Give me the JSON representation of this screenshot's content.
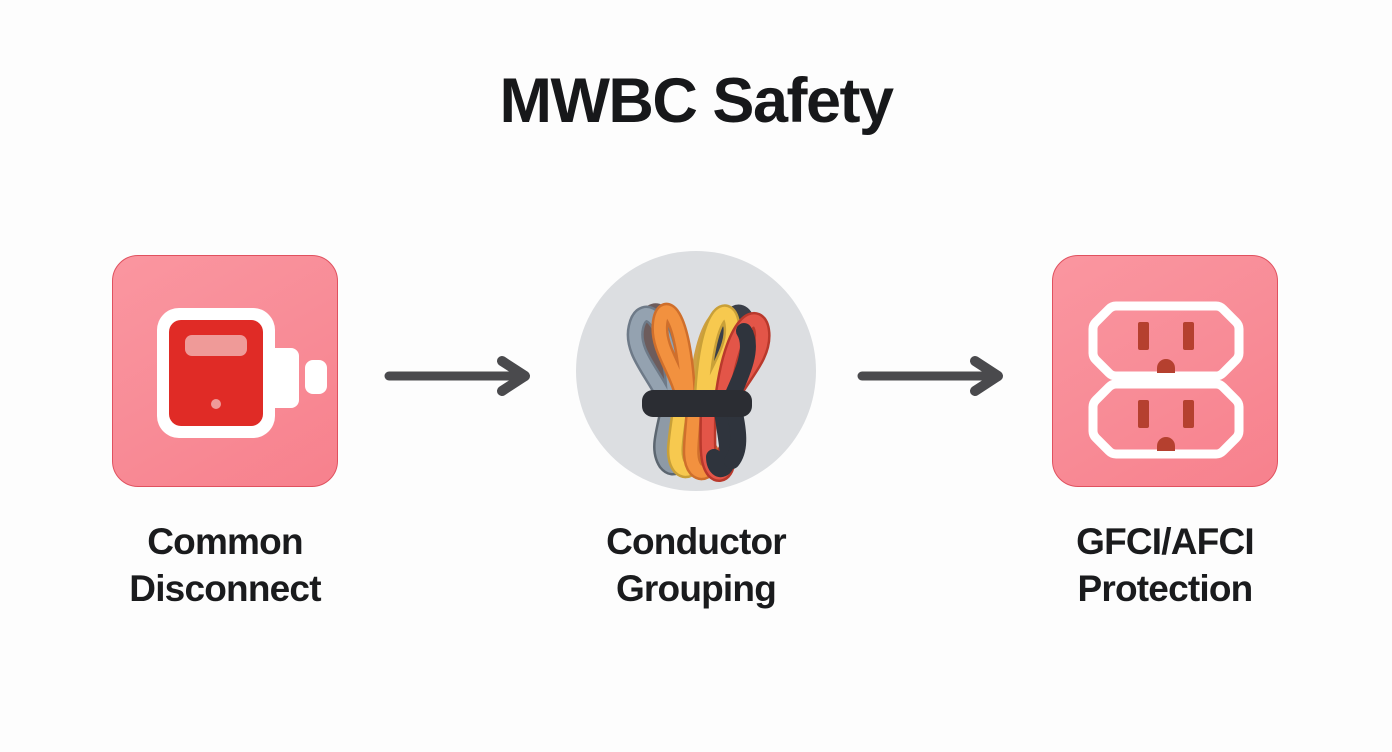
{
  "title": "MWBC Safety",
  "background_color": "#fdfdfd",
  "title_color": "#17181a",
  "accent_colors": {
    "card_pink": "#f98d97",
    "card_border": "#e0515f",
    "panel_red": "#e02b26",
    "panel_highlight": "#ef9a98",
    "circle_gray": "#dcdee1",
    "arrow_gray": "#4a4a4d",
    "outlet_slot": "#b5402f",
    "wire_band": "#2b2d33",
    "wire_gray_blue": "#8d9aa8",
    "wire_navy": "#343a45",
    "wire_orange": "#f08a3c",
    "wire_yellow": "#f5c64a",
    "wire_red": "#e05240",
    "icon_white": "#ffffff"
  },
  "steps": [
    {
      "id": "common-disconnect",
      "label": "Common\nDisconnect",
      "icon": "disconnect-switch-icon",
      "icon_container": "rounded-square-card"
    },
    {
      "id": "conductor-grouping",
      "label": "Conductor\nGrouping",
      "icon": "wire-bundle-icon",
      "icon_container": "circle"
    },
    {
      "id": "gfci-afci-protection",
      "label": "GFCI/AFCI\nProtection",
      "icon": "duplex-outlet-icon",
      "icon_container": "rounded-square-card"
    }
  ],
  "connectors": [
    {
      "id": "arrow-1",
      "icon": "arrow-right-icon",
      "from": "common-disconnect",
      "to": "conductor-grouping"
    },
    {
      "id": "arrow-2",
      "icon": "arrow-right-icon",
      "from": "conductor-grouping",
      "to": "gfci-afci-protection"
    }
  ]
}
